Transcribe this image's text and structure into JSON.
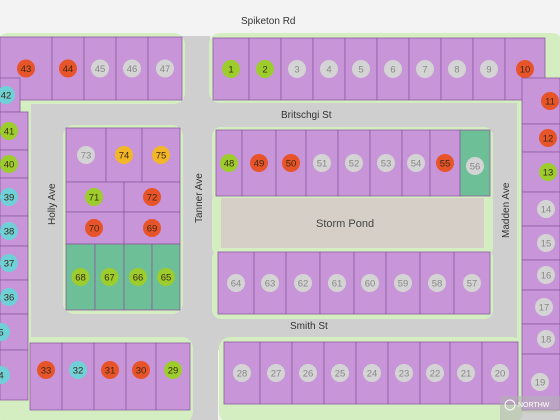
{
  "streets": {
    "spiketon": "Spiketon Rd",
    "britschgi": "Britschgi St",
    "smith": "Smith St",
    "holly": "Holly Ave",
    "tanner": "Tanner Ave",
    "madden": "Madden Ave"
  },
  "pond_label": "Storm Pond",
  "watermark": "NORTHW",
  "colors": {
    "lot": "#c896d8",
    "lot_green": "#6dbf98",
    "road": "#cfcfcf",
    "outline": "#d4eec2",
    "pond": "#d6cfc7",
    "status_available": "#e8542a",
    "status_pending": "#f2b628",
    "status_sold": "#9ccd2d",
    "status_model": "#6fd0d8",
    "status_default": "#d4d4d4"
  },
  "lots": [
    {
      "n": "43",
      "s": "available"
    },
    {
      "n": "44",
      "s": "available"
    },
    {
      "n": "45",
      "s": "default"
    },
    {
      "n": "46",
      "s": "default"
    },
    {
      "n": "47",
      "s": "default"
    },
    {
      "n": "1",
      "s": "sold"
    },
    {
      "n": "2",
      "s": "sold"
    },
    {
      "n": "3",
      "s": "default"
    },
    {
      "n": "4",
      "s": "default"
    },
    {
      "n": "5",
      "s": "default"
    },
    {
      "n": "6",
      "s": "default"
    },
    {
      "n": "7",
      "s": "default"
    },
    {
      "n": "8",
      "s": "default"
    },
    {
      "n": "9",
      "s": "default"
    },
    {
      "n": "10",
      "s": "available"
    },
    {
      "n": "42",
      "s": "model"
    },
    {
      "n": "41",
      "s": "sold"
    },
    {
      "n": "40",
      "s": "sold"
    },
    {
      "n": "39",
      "s": "model"
    },
    {
      "n": "38",
      "s": "model"
    },
    {
      "n": "37",
      "s": "model"
    },
    {
      "n": "36",
      "s": "model"
    },
    {
      "n": "5",
      "s": "model"
    },
    {
      "n": "4",
      "s": "model"
    },
    {
      "n": "73",
      "s": "default"
    },
    {
      "n": "74",
      "s": "pending"
    },
    {
      "n": "75",
      "s": "pending"
    },
    {
      "n": "71",
      "s": "sold"
    },
    {
      "n": "72",
      "s": "available"
    },
    {
      "n": "70",
      "s": "available"
    },
    {
      "n": "69",
      "s": "available"
    },
    {
      "n": "68",
      "s": "sold"
    },
    {
      "n": "67",
      "s": "sold"
    },
    {
      "n": "66",
      "s": "sold"
    },
    {
      "n": "65",
      "s": "sold"
    },
    {
      "n": "48",
      "s": "sold"
    },
    {
      "n": "49",
      "s": "available"
    },
    {
      "n": "50",
      "s": "available"
    },
    {
      "n": "51",
      "s": "default"
    },
    {
      "n": "52",
      "s": "default"
    },
    {
      "n": "53",
      "s": "default"
    },
    {
      "n": "54",
      "s": "default"
    },
    {
      "n": "55",
      "s": "available"
    },
    {
      "n": "56",
      "s": "default"
    },
    {
      "n": "64",
      "s": "default"
    },
    {
      "n": "63",
      "s": "default"
    },
    {
      "n": "62",
      "s": "default"
    },
    {
      "n": "61",
      "s": "default"
    },
    {
      "n": "60",
      "s": "default"
    },
    {
      "n": "59",
      "s": "default"
    },
    {
      "n": "58",
      "s": "default"
    },
    {
      "n": "57",
      "s": "default"
    },
    {
      "n": "11",
      "s": "available"
    },
    {
      "n": "12",
      "s": "available"
    },
    {
      "n": "13",
      "s": "sold"
    },
    {
      "n": "14",
      "s": "default"
    },
    {
      "n": "15",
      "s": "default"
    },
    {
      "n": "16",
      "s": "default"
    },
    {
      "n": "17",
      "s": "default"
    },
    {
      "n": "18",
      "s": "default"
    },
    {
      "n": "19",
      "s": "default"
    },
    {
      "n": "33",
      "s": "available"
    },
    {
      "n": "32",
      "s": "model"
    },
    {
      "n": "31",
      "s": "available"
    },
    {
      "n": "30",
      "s": "available"
    },
    {
      "n": "29",
      "s": "sold"
    },
    {
      "n": "28",
      "s": "default"
    },
    {
      "n": "27",
      "s": "default"
    },
    {
      "n": "26",
      "s": "default"
    },
    {
      "n": "25",
      "s": "default"
    },
    {
      "n": "24",
      "s": "default"
    },
    {
      "n": "23",
      "s": "default"
    },
    {
      "n": "22",
      "s": "default"
    },
    {
      "n": "21",
      "s": "default"
    },
    {
      "n": "20",
      "s": "default"
    }
  ]
}
